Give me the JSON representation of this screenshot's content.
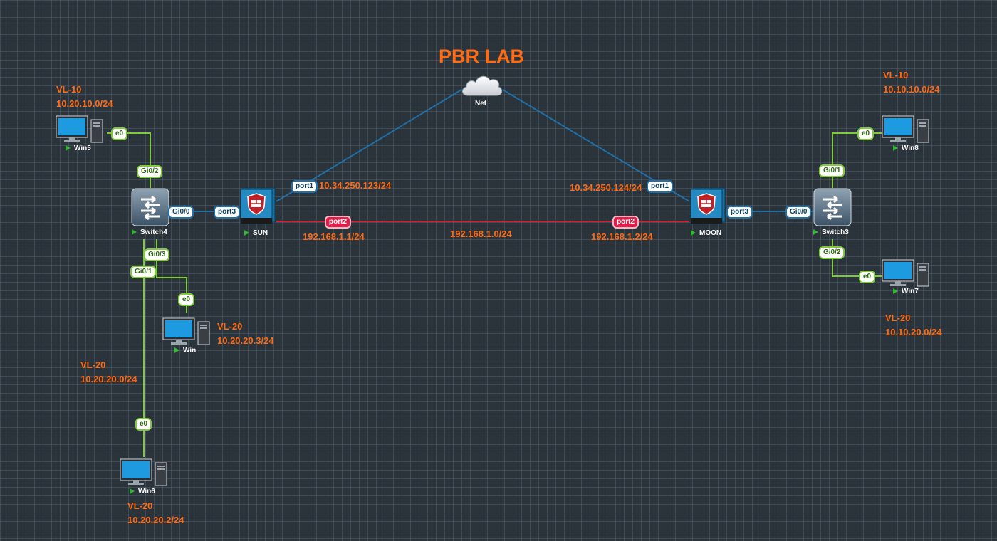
{
  "title": "PBR LAB",
  "colors": {
    "background": "#2b333b",
    "label": "#ff6a13",
    "link_blue": "#1f6fa8",
    "link_red": "#d01f38",
    "link_green": "#7fca3a"
  },
  "nodes": {
    "net": "Net",
    "sun": "SUN",
    "moon": "MOON",
    "switch4": "Switch4",
    "switch3": "Switch3",
    "win5": "Win5",
    "win": "Win",
    "win6": "Win6",
    "win8": "Win8",
    "win7": "Win7"
  },
  "ports": {
    "sun_port1": "port1",
    "sun_port2": "port2",
    "sun_port3": "port3",
    "moon_port1": "port1",
    "moon_port2": "port2",
    "moon_port3": "port3",
    "sw4_gi00": "Gi0/0",
    "sw4_gi01": "Gi0/1",
    "sw4_gi02": "Gi0/2",
    "sw4_gi03": "Gi0/3",
    "sw3_gi00": "Gi0/0",
    "sw3_gi01": "Gi0/1",
    "sw3_gi02": "Gi0/2",
    "win5_e0": "e0",
    "win_e0": "e0",
    "win6_e0": "e0",
    "win8_e0": "e0",
    "win7_e0": "e0"
  },
  "labels": {
    "win5_vlan": "VL-10",
    "win5_net": "10.20.10.0/24",
    "win_vlan": "VL-20",
    "win_ip": "10.20.20.3/24",
    "sw4_vlan20": "VL-20",
    "sw4_net20": "10.20.20.0/24",
    "win6_vlan": "VL-20",
    "win6_ip": "10.20.20.2/24",
    "win8_vlan": "VL-10",
    "win8_net": "10.10.10.0/24",
    "win7_vlan": "VL-20",
    "win7_net": "10.10.20.0/24",
    "sun_port1_ip": "10.34.250.123/24",
    "moon_port1_ip": "10.34.250.124/24",
    "sun_port2_ip": "192.168.1.1/24",
    "moon_port2_ip": "192.168.1.2/24",
    "transit_net": "192.168.1.0/24"
  },
  "icons": {
    "cloud": "cloud-icon",
    "firewall": "firewall-icon",
    "switch": "switch-icon",
    "pc": "pc-icon"
  }
}
